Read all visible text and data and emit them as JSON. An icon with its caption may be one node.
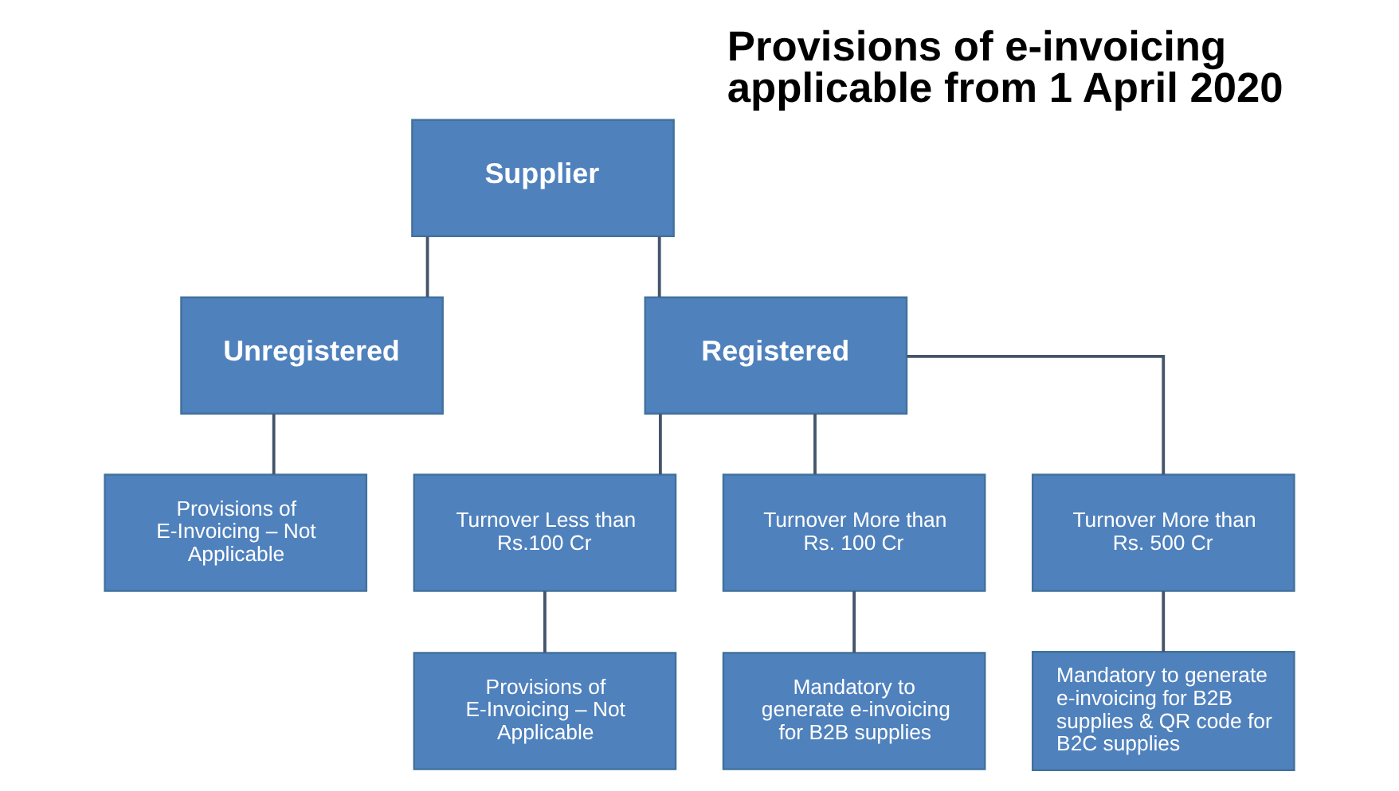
{
  "diagram": {
    "title": "Provisions of e-invoicing applicable from 1 April 2020",
    "nodes": [
      {
        "text": [
          "Supplier"
        ]
      },
      {
        "text": [
          "Unregistered"
        ]
      },
      {
        "text": [
          "Registered"
        ]
      },
      {
        "text": [
          "Provisions of E-Invoicing – Not Applicable"
        ]
      },
      {
        "text": [
          "Turnover Less than Rs.100 Cr"
        ]
      },
      {
        "text": [
          "Turnover More than Rs. 100 Cr"
        ]
      },
      {
        "text": [
          "Turnover More than Rs. 500 Cr"
        ]
      },
      {
        "text": [
          "Provisions of E-Invoicing – Not Applicable"
        ]
      },
      {
        "text": [
          "Mandatory to generate e-invoicing for B2B supplies"
        ]
      },
      {
        "text": [
          "Mandatory to generate e-invoicing for B2B supplies & QR code for B2C supplies"
        ]
      }
    ],
    "edges": [
      {
        "from": 0,
        "to": 1,
        "arrow": "none"
      },
      {
        "from": 0,
        "to": 2,
        "arrow": "none"
      },
      {
        "from": 1,
        "to": 3,
        "arrow": "none"
      },
      {
        "from": 2,
        "to": 4,
        "arrow": "none"
      },
      {
        "from": 2,
        "to": 5,
        "arrow": "none"
      },
      {
        "from": 2,
        "to": 6,
        "arrow": "none"
      },
      {
        "from": 4,
        "to": 7,
        "arrow": "none"
      },
      {
        "from": 5,
        "to": 8,
        "arrow": "none"
      },
      {
        "from": 6,
        "to": 9,
        "arrow": "none"
      }
    ]
  }
}
